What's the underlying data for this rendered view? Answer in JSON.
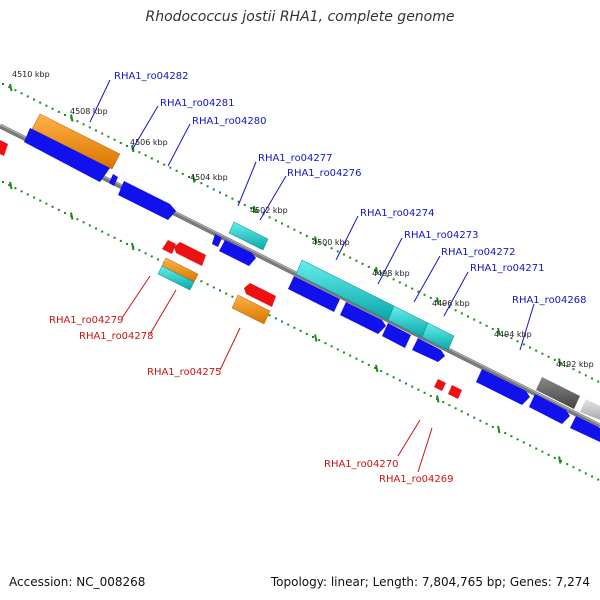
{
  "title": "Rhodococcus jostii RHA1, complete genome",
  "accession": "Accession: NC_008268",
  "topology": "Topology: linear; Length: 7,804,765 bp; Genes: 7,274",
  "colors": {
    "forward_label": "#1414c8",
    "reverse_label": "#c81414",
    "backbone": "#808080",
    "tick": "#1a8a1a",
    "blue": "#1111ee",
    "red": "#ee1111",
    "orange": "#f08c00",
    "cyan": "#11c8c8",
    "dark_gray": "#555555",
    "light_gray": "#c0c0c0"
  },
  "scale_labels": [
    "4510 kbp",
    "4508 kbp",
    "4506 kbp",
    "4504 kbp",
    "4502 kbp",
    "4500 kbp",
    "4498 kbp",
    "4496 kbp",
    "4494 kbp",
    "4492 kbp"
  ],
  "forward_genes": [
    "RHA1_ro04282",
    "RHA1_ro04281",
    "RHA1_ro04280",
    "RHA1_ro04277",
    "RHA1_ro04276",
    "RHA1_ro04274",
    "RHA1_ro04273",
    "RHA1_ro04272",
    "RHA1_ro04271",
    "RHA1_ro04268"
  ],
  "reverse_genes": [
    "RHA1_ro04279",
    "RHA1_ro04278",
    "RHA1_ro04275",
    "RHA1_ro04270",
    "RHA1_ro04269"
  ]
}
